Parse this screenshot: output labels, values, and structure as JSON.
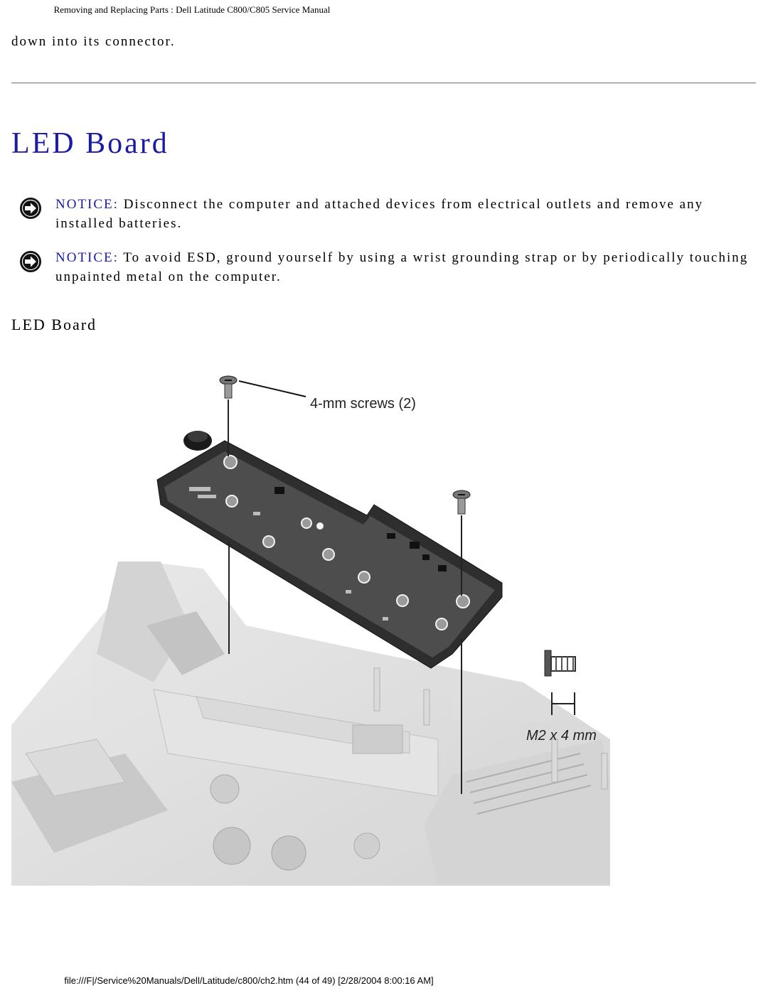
{
  "header": {
    "running_title": "Removing and Replacing Parts : Dell Latitude C800/C805 Service Manual"
  },
  "intro_text": "down into its connector.",
  "section": {
    "title": "LED Board"
  },
  "notices": [
    {
      "label": "NOTICE:",
      "text": " Disconnect the computer and attached devices from electrical outlets and remove any installed batteries."
    },
    {
      "label": "NOTICE:",
      "text": " To avoid ESD, ground yourself by using a wrist grounding strap or by periodically touching unpainted metal on the computer."
    }
  ],
  "figure": {
    "caption": "LED Board",
    "callout_screws": "4-mm screws (2)",
    "screw_size": "M2 x 4 mm"
  },
  "footer": {
    "path": "file:///F|/Service%20Manuals/Dell/Latitude/c800/ch2.htm (44 of 49) [2/28/2004 8:00:16 AM]"
  }
}
